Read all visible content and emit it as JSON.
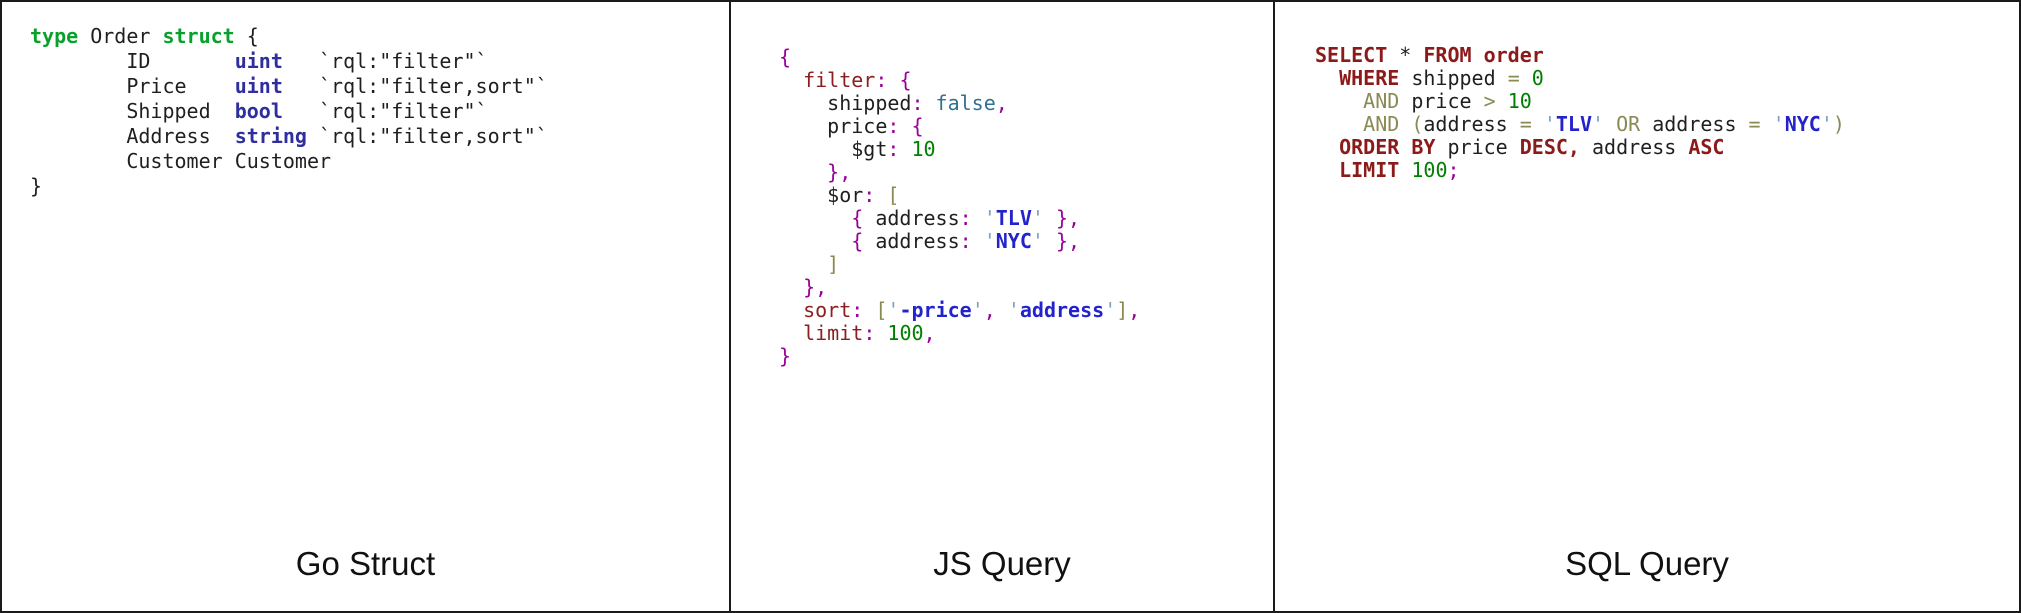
{
  "palette": {
    "plain": "#1f1f1f",
    "go-keyword": "#0aa02c",
    "go-type": "#2e2e9e",
    "js-key": "#8b2020",
    "punct": "#990099",
    "bracket": "#8a8a55",
    "number": "#008000",
    "boolean": "#31708f",
    "quote": "#7f9fbf",
    "string": "#2323cc",
    "sql-keyword": "#8b1a1a",
    "operator": "#8a8a55",
    "border": "#1a1a1a",
    "label-text": "#111111"
  },
  "panels": [
    {
      "label": "Go Struct",
      "code": [
        [
          [
            "gk",
            "type"
          ],
          [
            "t",
            " Order "
          ],
          [
            "gk",
            "struct"
          ],
          [
            "t",
            " {"
          ]
        ],
        [
          [
            "t",
            "        ID       "
          ],
          [
            "gt",
            "uint"
          ],
          [
            "t",
            "   `rql:\"filter\"`"
          ]
        ],
        [
          [
            "t",
            "        Price    "
          ],
          [
            "gt",
            "uint"
          ],
          [
            "t",
            "   `rql:\"filter,sort\"`"
          ]
        ],
        [
          [
            "t",
            "        Shipped  "
          ],
          [
            "gt",
            "bool"
          ],
          [
            "t",
            "   `rql:\"filter\"`"
          ]
        ],
        [
          [
            "t",
            "        Address  "
          ],
          [
            "gt",
            "string"
          ],
          [
            "t",
            " `rql:\"filter,sort\"`"
          ]
        ],
        [
          [
            "t",
            "        Customer Customer"
          ]
        ],
        [
          [
            "t",
            "}"
          ]
        ]
      ]
    },
    {
      "label": "JS Query",
      "code": [
        [
          [
            "p",
            "{"
          ]
        ],
        [
          [
            "t",
            "  "
          ],
          [
            "key",
            "filter"
          ],
          [
            "p",
            ":"
          ],
          [
            "t",
            " "
          ],
          [
            "p",
            "{"
          ]
        ],
        [
          [
            "t",
            "    shipped"
          ],
          [
            "p",
            ":"
          ],
          [
            "t",
            " "
          ],
          [
            "bool",
            "false"
          ],
          [
            "p",
            ","
          ]
        ],
        [
          [
            "t",
            "    price"
          ],
          [
            "p",
            ":"
          ],
          [
            "t",
            " "
          ],
          [
            "p",
            "{"
          ]
        ],
        [
          [
            "t",
            "      $gt"
          ],
          [
            "p",
            ":"
          ],
          [
            "t",
            " "
          ],
          [
            "num",
            "10"
          ]
        ],
        [
          [
            "t",
            "    "
          ],
          [
            "p",
            "},"
          ]
        ],
        [
          [
            "t",
            "    $or"
          ],
          [
            "p",
            ":"
          ],
          [
            "t",
            " "
          ],
          [
            "b",
            "["
          ]
        ],
        [
          [
            "t",
            "      "
          ],
          [
            "p",
            "{"
          ],
          [
            "t",
            " address"
          ],
          [
            "p",
            ":"
          ],
          [
            "t",
            " "
          ],
          [
            "q",
            "'"
          ],
          [
            "s",
            "TLV"
          ],
          [
            "q",
            "'"
          ],
          [
            "t",
            " "
          ],
          [
            "p",
            "},"
          ]
        ],
        [
          [
            "t",
            "      "
          ],
          [
            "p",
            "{"
          ],
          [
            "t",
            " address"
          ],
          [
            "p",
            ":"
          ],
          [
            "t",
            " "
          ],
          [
            "q",
            "'"
          ],
          [
            "s",
            "NYC"
          ],
          [
            "q",
            "'"
          ],
          [
            "t",
            " "
          ],
          [
            "p",
            "},"
          ]
        ],
        [
          [
            "t",
            "    "
          ],
          [
            "b",
            "]"
          ]
        ],
        [
          [
            "t",
            "  "
          ],
          [
            "p",
            "},"
          ]
        ],
        [
          [
            "t",
            "  "
          ],
          [
            "key",
            "sort"
          ],
          [
            "p",
            ":"
          ],
          [
            "t",
            " "
          ],
          [
            "b",
            "["
          ],
          [
            "q",
            "'"
          ],
          [
            "s",
            "-price"
          ],
          [
            "q",
            "'"
          ],
          [
            "p",
            ","
          ],
          [
            "t",
            " "
          ],
          [
            "q",
            "'"
          ],
          [
            "s",
            "address"
          ],
          [
            "q",
            "'"
          ],
          [
            "b",
            "]"
          ],
          [
            "p",
            ","
          ]
        ],
        [
          [
            "t",
            "  "
          ],
          [
            "key",
            "limit"
          ],
          [
            "p",
            ":"
          ],
          [
            "t",
            " "
          ],
          [
            "num",
            "100"
          ],
          [
            "p",
            ","
          ]
        ],
        [
          [
            "p",
            "}"
          ]
        ]
      ]
    },
    {
      "label": "SQL Query",
      "code": [
        [
          [
            "sk",
            "SELECT"
          ],
          [
            "t",
            " * "
          ],
          [
            "sk",
            "FROM"
          ],
          [
            "t",
            " "
          ],
          [
            "sk",
            "order"
          ]
        ],
        [
          [
            "t",
            "  "
          ],
          [
            "sk",
            "WHERE"
          ],
          [
            "t",
            " shipped "
          ],
          [
            "op",
            "="
          ],
          [
            "t",
            " "
          ],
          [
            "num",
            "0"
          ]
        ],
        [
          [
            "t",
            "    "
          ],
          [
            "op",
            "AND"
          ],
          [
            "t",
            " price "
          ],
          [
            "op",
            ">"
          ],
          [
            "t",
            " "
          ],
          [
            "num",
            "10"
          ]
        ],
        [
          [
            "t",
            "    "
          ],
          [
            "op",
            "AND"
          ],
          [
            "t",
            " "
          ],
          [
            "op",
            "("
          ],
          [
            "t",
            "address "
          ],
          [
            "op",
            "="
          ],
          [
            "t",
            " "
          ],
          [
            "q",
            "'"
          ],
          [
            "s",
            "TLV"
          ],
          [
            "q",
            "'"
          ],
          [
            "t",
            " "
          ],
          [
            "op",
            "OR"
          ],
          [
            "t",
            " address "
          ],
          [
            "op",
            "="
          ],
          [
            "t",
            " "
          ],
          [
            "q",
            "'"
          ],
          [
            "s",
            "NYC"
          ],
          [
            "q",
            "'"
          ],
          [
            "op",
            ")"
          ]
        ],
        [
          [
            "t",
            "  "
          ],
          [
            "sk",
            "ORDER"
          ],
          [
            "t",
            " "
          ],
          [
            "sk",
            "BY"
          ],
          [
            "t",
            " price "
          ],
          [
            "sk",
            "DESC,"
          ],
          [
            "t",
            " address "
          ],
          [
            "sk",
            "ASC"
          ]
        ],
        [
          [
            "t",
            "  "
          ],
          [
            "sk",
            "LIMIT"
          ],
          [
            "t",
            " "
          ],
          [
            "num",
            "100"
          ],
          [
            "p",
            ";"
          ]
        ]
      ]
    }
  ]
}
